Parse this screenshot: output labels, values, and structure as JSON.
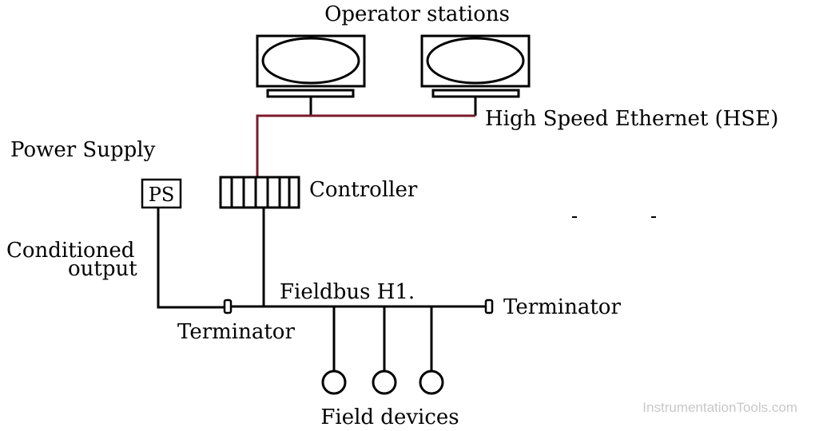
{
  "labels": {
    "operator_stations": "Operator stations",
    "hse": "High Speed Ethernet (HSE)",
    "power_supply": "Power Supply",
    "ps_box": "PS",
    "controller": "Controller",
    "conditioned_line1": "Conditioned",
    "conditioned_line2": "output",
    "fieldbus": "Fieldbus H1.",
    "terminator_left": "Terminator",
    "terminator_right": "Terminator",
    "field_devices": "Field devices"
  },
  "watermark": "InstrumentationTools.com",
  "colors": {
    "line": "#000000",
    "hse_line": "#7a1a2a",
    "background": "#ffffff",
    "watermark": "#c8c8c8"
  }
}
